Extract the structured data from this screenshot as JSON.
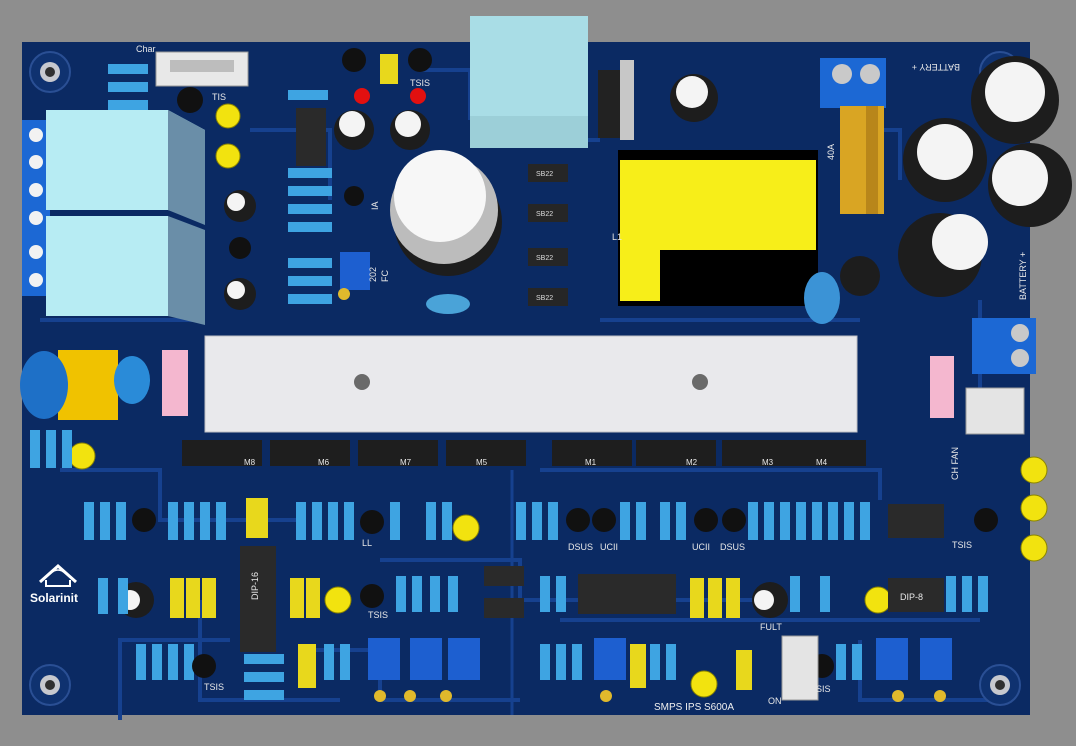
{
  "board": {
    "pcb_color": "#0b2a63",
    "trace_color": "#16418f",
    "pad_color": "#d9b24a",
    "background": "#8e8e8e"
  },
  "silkscreen": {
    "charge": "Char",
    "tis": "TIS",
    "tsis": "TSIS",
    "dip8": "DIP-8",
    "dip16": "DIP-16",
    "battery_plus_top": "BATTERY +",
    "battery_plus_side": "BATTERY +",
    "fuse_rating": "40A",
    "ch_fan": "CH FAN",
    "fc": "FC",
    "r202": "202",
    "ia": "IA",
    "ll": "LL",
    "l1": "L1",
    "dsus_left": "DSUS",
    "uci_left": "UCII",
    "uci_right": "UCII",
    "dsus_right": "DSUS",
    "fult": "FULT",
    "on": "ON",
    "model": "SMPS IPS S600A",
    "sis": "SIS"
  },
  "diodes": [
    "SB22",
    "SB22",
    "SB22",
    "SB22"
  ],
  "mosfets": [
    "M8",
    "M6",
    "M7",
    "M5",
    "M1",
    "M2",
    "M3",
    "M4"
  ],
  "logo": {
    "text": "Solarinit"
  },
  "icons": {
    "logo_mark": "house-sun-icon",
    "mount_hole": "screw-hole-icon"
  }
}
